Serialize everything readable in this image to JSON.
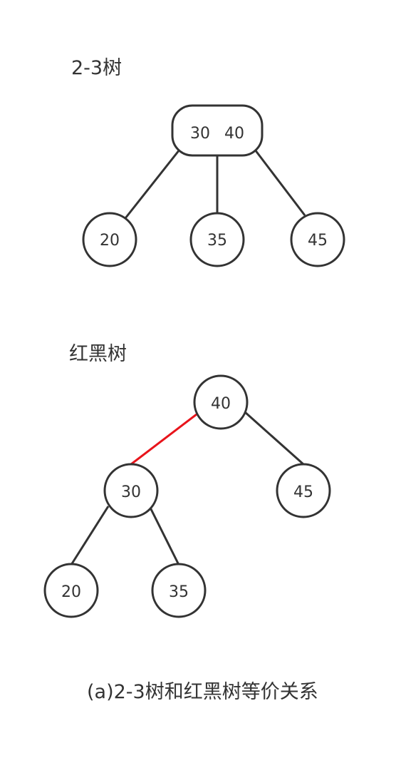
{
  "diagram": {
    "tree23": {
      "title": "2-3树",
      "root": {
        "keys": [
          "30",
          "40"
        ]
      },
      "children": [
        {
          "key": "20"
        },
        {
          "key": "35"
        },
        {
          "key": "45"
        }
      ]
    },
    "rbtree": {
      "title": "红黑树",
      "nodes": [
        {
          "id": "n40",
          "key": "40"
        },
        {
          "id": "n30",
          "key": "30"
        },
        {
          "id": "n45",
          "key": "45"
        },
        {
          "id": "n20",
          "key": "20"
        },
        {
          "id": "n35",
          "key": "35"
        }
      ],
      "edges": [
        {
          "from": "n40",
          "to": "n30",
          "color": "red"
        },
        {
          "from": "n40",
          "to": "n45",
          "color": "black"
        },
        {
          "from": "n30",
          "to": "n20",
          "color": "black"
        },
        {
          "from": "n30",
          "to": "n35",
          "color": "black"
        }
      ]
    },
    "caption": "(a)2-3树和红黑树等价关系",
    "colors": {
      "stroke": "#333333",
      "red_link": "#e8141b",
      "background": "#ffffff"
    }
  }
}
